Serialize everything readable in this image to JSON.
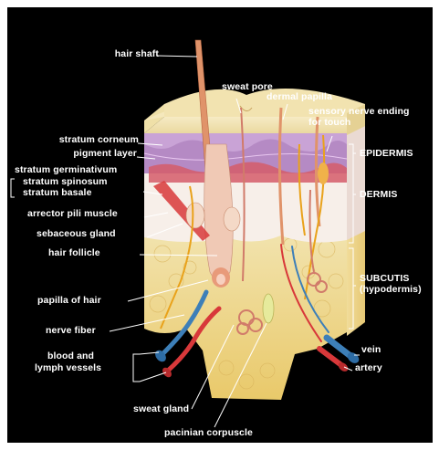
{
  "diagram": {
    "labels": {
      "hair_shaft": "hair shaft",
      "sweat_pore": "sweat pore",
      "dermal_papilla": "dermal papilla",
      "sensory_nerve_1": "sensory nerve ending",
      "sensory_nerve_2": "for touch",
      "stratum_corneum": "stratum corneum",
      "pigment_layer": "pigment layer",
      "stratum_germinativum": "stratum germinativum",
      "stratum_spinosum": "stratum spinosum",
      "stratum_basale": "stratum basale",
      "arrector_pili": "arrector pili muscle",
      "sebaceous_gland": "sebaceous gland",
      "hair_follicle": "hair follicle",
      "papilla_of_hair": "papilla of hair",
      "nerve_fiber": "nerve fiber",
      "blood_lymph_1": "blood and",
      "blood_lymph_2": "lymph vessels",
      "sweat_gland": "sweat gland",
      "pacinian": "pacinian corpuscle",
      "vein": "vein",
      "artery": "artery",
      "epidermis": "EPIDERMIS",
      "dermis": "DERMIS",
      "subcutis_1": "SUBCUTIS",
      "subcutis_2": "(hypodermis)"
    },
    "colors": {
      "background": "#000000",
      "label_text": "#ffffff",
      "leader_line": "#ffffff",
      "epidermis_top": "#f3e6b3",
      "epidermis_pigment": "#b58ac4",
      "dermis": "#f7efe9",
      "subcutis_fat": "#f3d98a",
      "hair": "#e0936a",
      "artery": "#d8383a",
      "vein": "#3d7fb8",
      "nerve": "#e9a21b"
    }
  }
}
